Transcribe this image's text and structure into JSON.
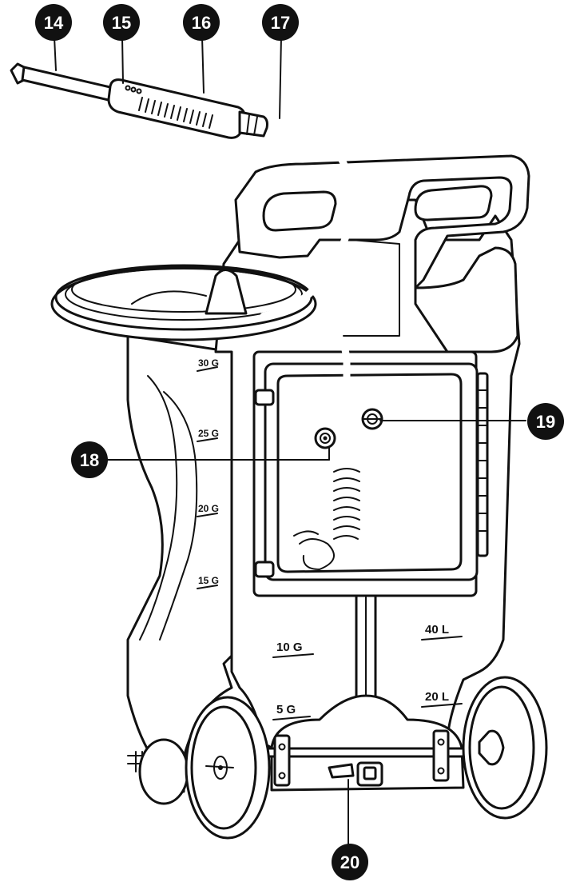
{
  "callouts": {
    "c14": "14",
    "c15": "15",
    "c16": "16",
    "c17": "17",
    "c18": "18",
    "c19": "19",
    "c20": "20"
  },
  "gauge_marks": {
    "g30": "30 G",
    "g25": "25 G",
    "g20": "20 G",
    "g15": "15 G",
    "g10": "10 G",
    "g5": "5 G",
    "l40": "40 L",
    "l20": "20 L"
  },
  "colors": {
    "line": "#111111",
    "background": "#ffffff",
    "callout_fill": "#111111",
    "callout_text": "#ffffff"
  }
}
